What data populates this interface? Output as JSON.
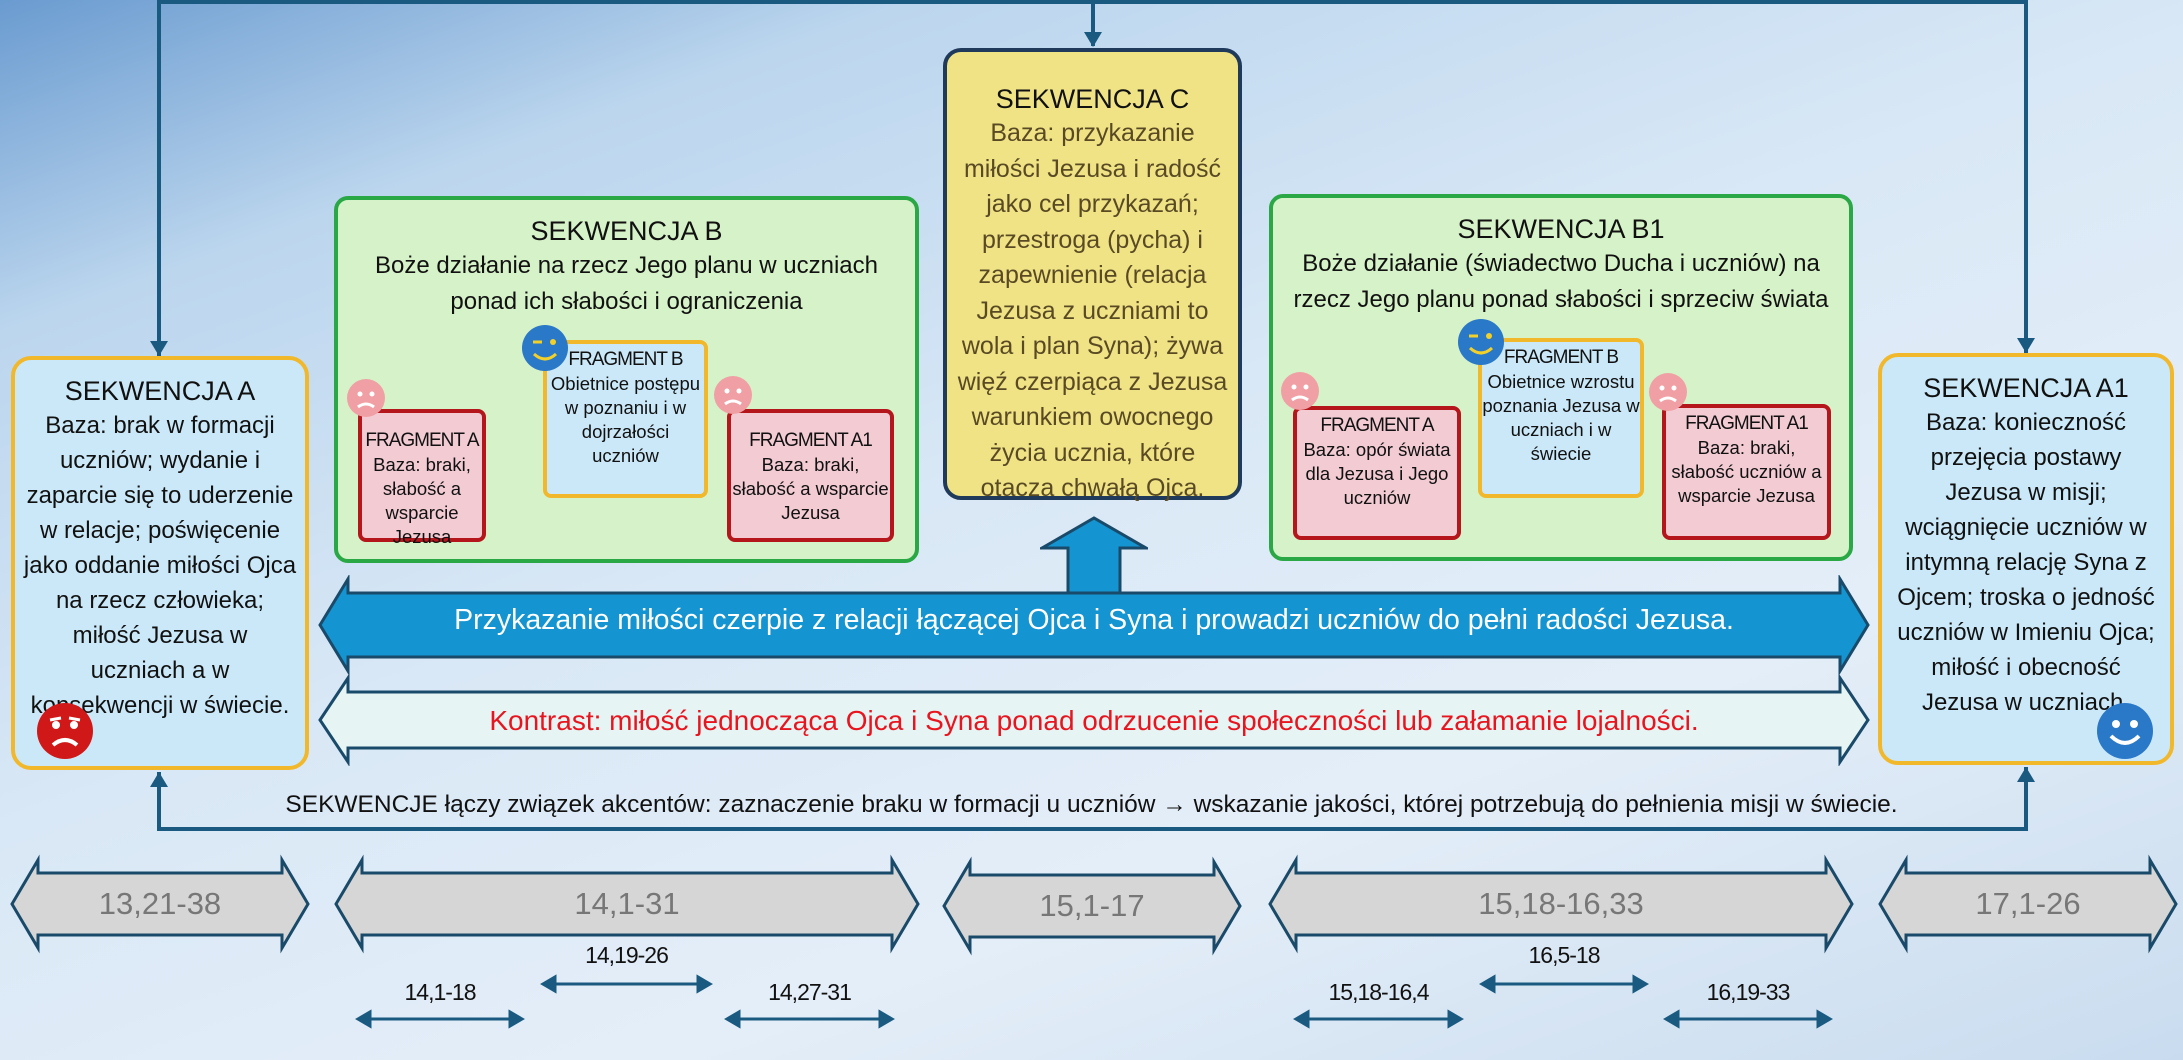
{
  "seqA": {
    "title": "SEKWENCJA A",
    "body": "Baza: brak w formacji uczniów; wydanie i zaparcie się to uderzenie w relacje; poświęcenie jako oddanie miłości Ojca na rzecz człowieka; miłość Jezusa w uczniach a w konsekwencji w świecie."
  },
  "seqB": {
    "title": "SEKWENCJA B",
    "subtitle": "Boże działanie na rzecz Jego planu w uczniach ponad ich słabości i ograniczenia",
    "fragA": {
      "title": "FRAGMENT A",
      "body": "Baza: braki, słabość a wsparcie Jezusa"
    },
    "fragB": {
      "title": "FRAGMENT B",
      "body": "Obietnice postępu w poznaniu i w dojrzałości uczniów"
    },
    "fragA1": {
      "title": "FRAGMENT A1",
      "body": "Baza: braki, słabość a wsparcie Jezusa"
    }
  },
  "seqC": {
    "title": "SEKWENCJA C",
    "body": "Baza: przykazanie miłości Jezusa i radość jako cel przykazań; przestroga (pycha) i zapewnienie (relacja Jezusa z uczniami to wola i plan Syna); żywa więź czerpiąca z Jezusa warunkiem owocnego życia ucznia, które otacza chwałą Ojca."
  },
  "seqB1": {
    "title": "SEKWENCJA B1",
    "subtitle": "Boże działanie (świadectwo Ducha i uczniów) na rzecz Jego planu ponad słabości i sprzeciw świata",
    "fragA": {
      "title": "FRAGMENT A",
      "body": "Baza: opór świata dla Jezusa i Jego uczniów"
    },
    "fragB": {
      "title": "FRAGMENT B",
      "body": "Obietnice wzrostu poznania Jezusa w uczniach i w świecie"
    },
    "fragA1": {
      "title": "FRAGMENT A1",
      "body": "Baza: braki, słabość uczniów a wsparcie Jezusa"
    }
  },
  "seqA1": {
    "title": "SEKWENCJA A1",
    "body": "Baza: konieczność przejęcia postawy Jezusa w misji; wciągnięcie uczniów w intymną relację Syna z Ojcem; troska o jedność uczniów w Imieniu Ojca; miłość i obecność Jezusa w uczniach."
  },
  "banners": {
    "main": "Przykazanie miłości czerpie z relacji łączącej Ojca i Syna i prowadzi uczniów do pełni radości Jezusa.",
    "contrast": "Kontrast: miłość jednocząca Ojca i Syna ponad odrzucenie społeczności lub załamanie lojalności."
  },
  "link_text": "SEKWENCJE łączy związek akcentów: zaznaczenie braku w formacji u uczniów → wskazanie jakości, której potrzebują do pełnienia misji w świecie.",
  "ranges": [
    "13,21-38",
    "14,1-31",
    "15,1-17",
    "15,18-16,33",
    "17,1-26"
  ],
  "subranges": [
    "14,1-18",
    "14,19-26",
    "14,27-31",
    "15,18-16,4",
    "16,5-18",
    "16,19-33"
  ],
  "icons": {
    "seqA_face": "sad-face-icon",
    "seqA1_face": "happy-face-icon",
    "fragment_sad": "sad-face-icon",
    "fragment_happy": "winking-face-icon"
  },
  "colors": {
    "sequence_border": "#f2b82c",
    "sequence_fill": "#cbe8f8",
    "group_fill": "#d6f2c8",
    "group_border": "#29a845",
    "core_fill": "#efe386",
    "fragment_red": "#b4161c",
    "banner_blue": "#1494d0",
    "contrast_text": "#e8141e",
    "connector": "#1a5a80"
  }
}
